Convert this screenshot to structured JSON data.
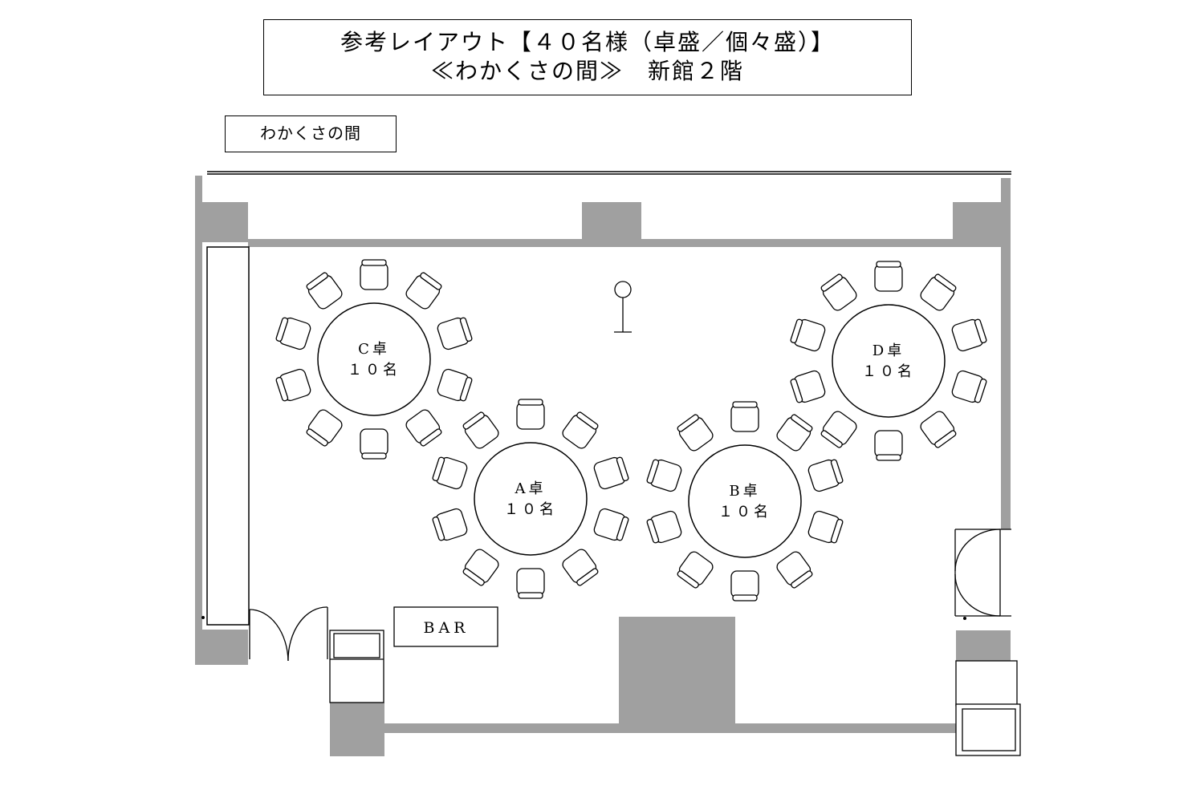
{
  "header": {
    "title_line1": "参考レイアウト【４０名様（卓盛／個々盛）】",
    "title_line2": "≪わかくさの間≫　新館２階"
  },
  "room_name": "わかくさの間",
  "tables": [
    {
      "id": "A",
      "name": "A卓",
      "capacity": "１０名",
      "chairs": 10
    },
    {
      "id": "B",
      "name": "B卓",
      "capacity": "１０名",
      "chairs": 10
    },
    {
      "id": "C",
      "name": "C卓",
      "capacity": "１０名",
      "chairs": 10
    },
    {
      "id": "D",
      "name": "D卓",
      "capacity": "１０名",
      "chairs": 10
    }
  ],
  "bar": {
    "label": "BAR"
  },
  "colors": {
    "wall": "#a0a0a0",
    "line": "#000000",
    "background": "#ffffff"
  }
}
